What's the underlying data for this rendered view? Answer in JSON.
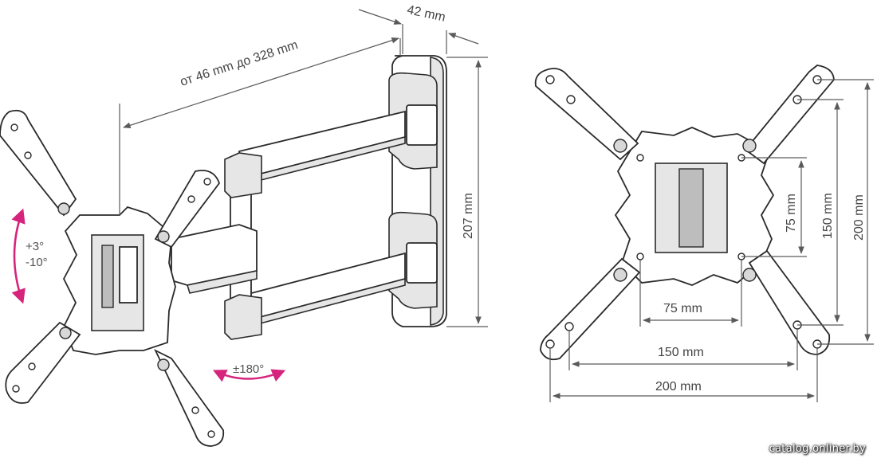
{
  "dimensions": {
    "depth": "42 mm",
    "extension": "от 46 mm до 328 mm",
    "height": "207 mm",
    "tilt_up": "+3°",
    "tilt_down": "-10°",
    "swivel": "±180°",
    "vesa_75_v": "75 mm",
    "vesa_150_v": "150 mm",
    "vesa_200_v": "200 mm",
    "vesa_75_h": "75 mm",
    "vesa_150_h": "150 mm",
    "vesa_200_h": "200 mm"
  },
  "colors": {
    "accent": "#d6247d",
    "line": "#2a2a2a"
  },
  "watermark": "catalog.onliner.by"
}
